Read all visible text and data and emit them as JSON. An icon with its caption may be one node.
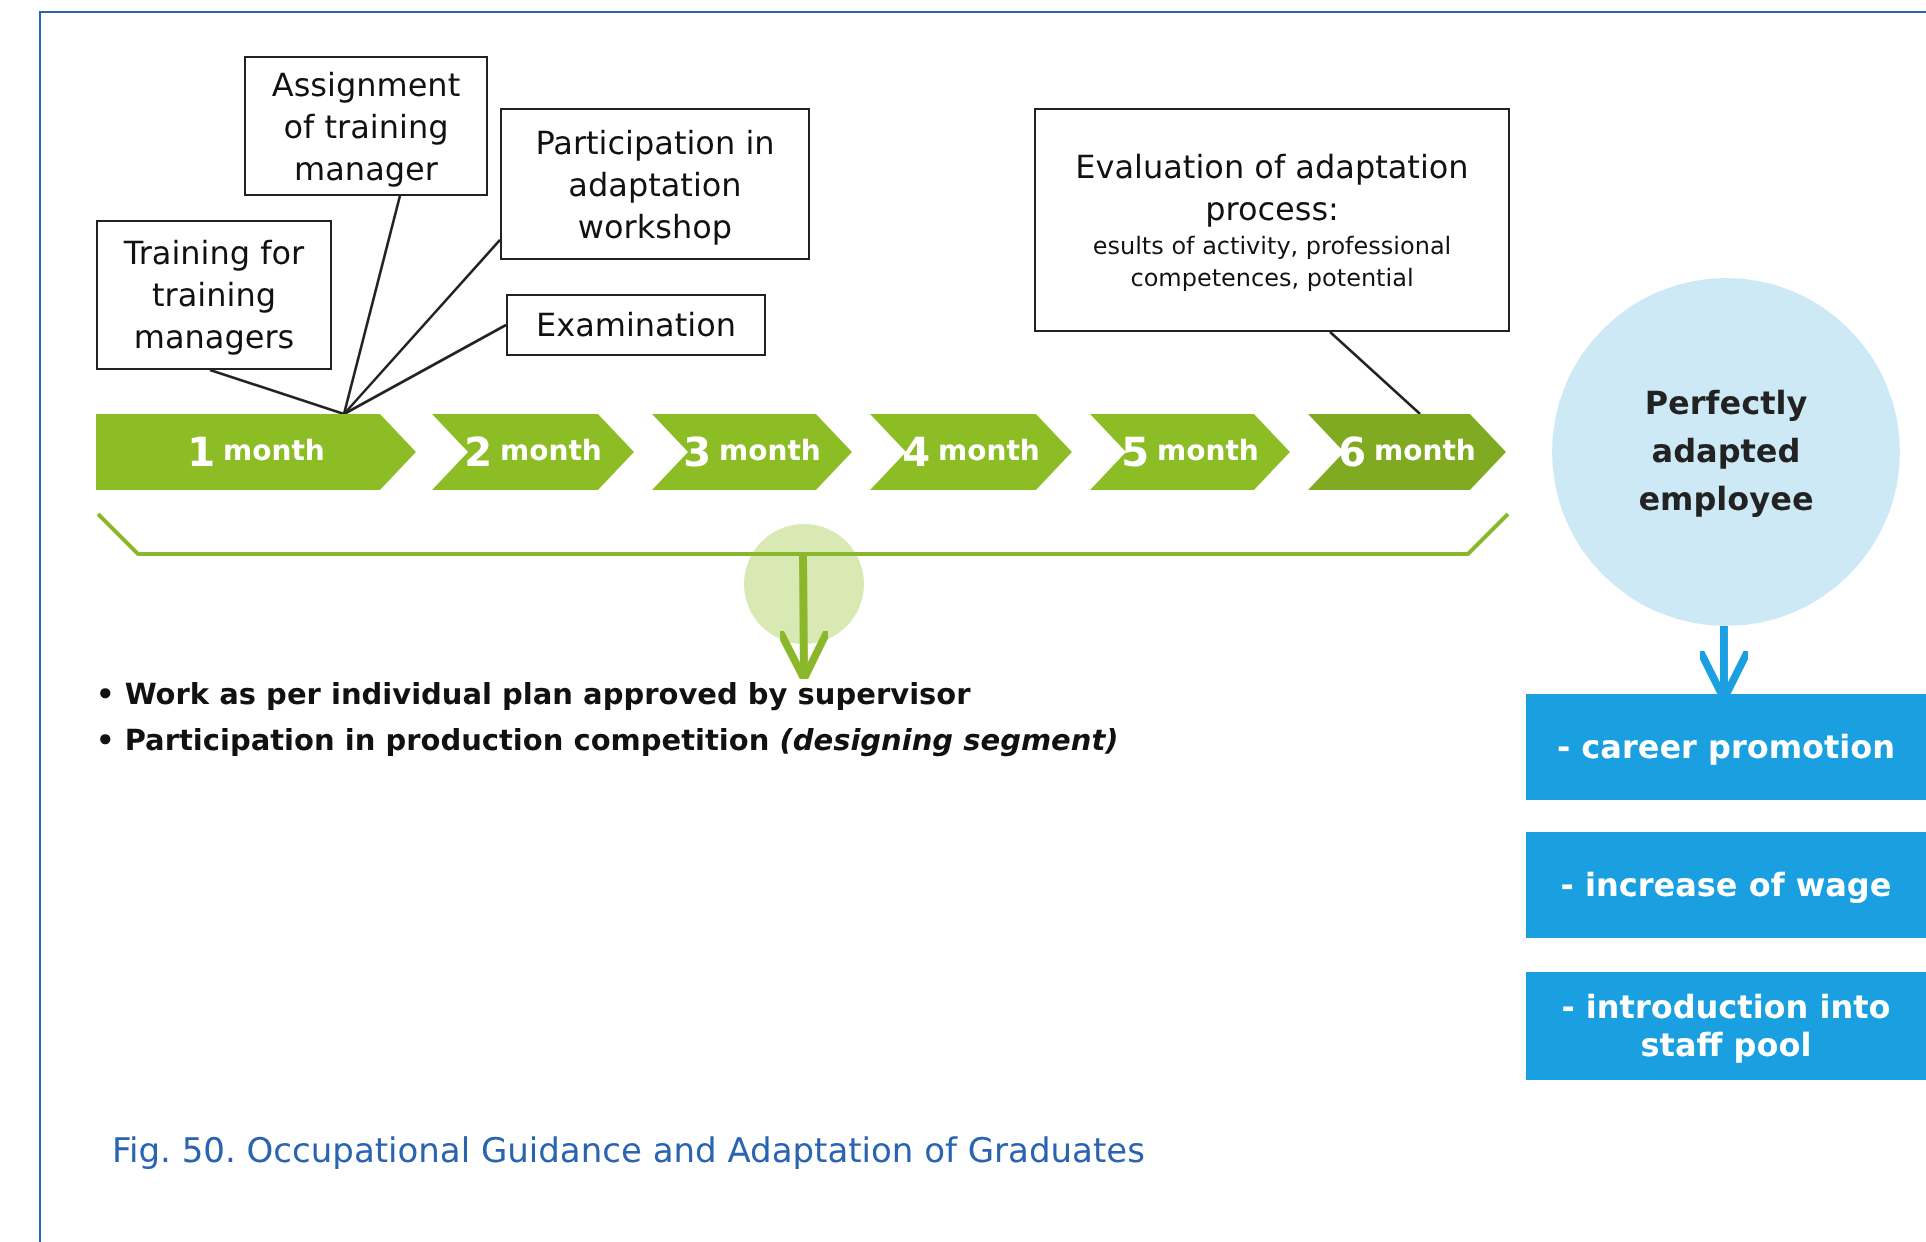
{
  "diagram": {
    "caption": "Fig. 50. Occupational Guidance and Adaptation of Graduates",
    "nodes": [
      {
        "text": [
          "Training for training managers"
        ]
      },
      {
        "text": [
          "Assignment of training manager"
        ]
      },
      {
        "text": [
          "Participation in adaptation workshop"
        ]
      },
      {
        "text": [
          "Examination"
        ]
      },
      {
        "text": [
          "Evaluation of adaptation process:",
          "esults of activity, professional competences, potential"
        ]
      },
      {
        "text": [
          "1",
          "month"
        ]
      },
      {
        "text": [
          "2",
          "month"
        ]
      },
      {
        "text": [
          "3",
          "month"
        ]
      },
      {
        "text": [
          "4",
          "month"
        ]
      },
      {
        "text": [
          "5",
          "month"
        ]
      },
      {
        "text": [
          "6",
          "month"
        ]
      },
      {
        "text": [
          "Perfectly adapted employee"
        ]
      },
      {
        "text": [
          "- career promotion"
        ]
      },
      {
        "text": [
          "- increase of wage"
        ]
      },
      {
        "text": [
          "- introduction into staff pool"
        ]
      },
      {
        "text": [
          "• Work as per individual plan approved by supervisor",
          "• Participation in production competition *(designing segment)*"
        ]
      },
      {
        "text": [],
        "shape": "bracket"
      }
    ],
    "edges": [
      {
        "from": 0,
        "to": 5,
        "arrow": "none"
      },
      {
        "from": 1,
        "to": 5,
        "arrow": "none"
      },
      {
        "from": 2,
        "to": 5,
        "arrow": "none"
      },
      {
        "from": 3,
        "to": 5,
        "arrow": "none"
      },
      {
        "from": 4,
        "to": 10,
        "arrow": "none"
      },
      {
        "from": 11,
        "to": 12,
        "arrow": "to",
        "style": "thick",
        "color": "#1a9fe0"
      },
      {
        "from": 16,
        "to": 15,
        "arrow": "to",
        "style": "thick",
        "color": "#8ab82a"
      }
    ]
  }
}
